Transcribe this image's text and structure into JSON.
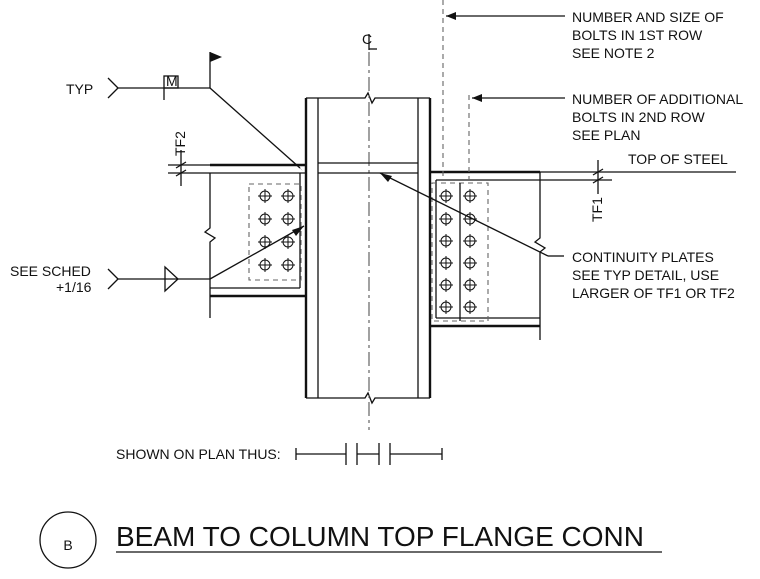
{
  "detail": {
    "letter": "B",
    "title": "BEAM TO COLUMN TOP FLANGE CONN"
  },
  "notes": {
    "centerline_symbol": "CL",
    "typ": "TYP",
    "weld_mark": "M",
    "tf2": "TF2",
    "tf1": "TF1",
    "see_sched": "SEE SCHED",
    "plus_1_16": "+1/16",
    "bolts_row1": [
      "NUMBER AND SIZE OF",
      "BOLTS IN 1ST ROW",
      "SEE NOTE 2"
    ],
    "bolts_row2": [
      "NUMBER OF ADDITIONAL",
      "BOLTS IN 2ND ROW",
      "SEE PLAN"
    ],
    "top_of_steel": "TOP OF STEEL",
    "continuity": [
      "CONTINUITY PLATES",
      "SEE TYP DETAIL, USE",
      "LARGER OF TF1 OR TF2"
    ],
    "shown_on_plan": "SHOWN ON PLAN THUS:"
  },
  "colors": {
    "line": "#111111",
    "dashed": "#666666",
    "background": "#ffffff"
  }
}
